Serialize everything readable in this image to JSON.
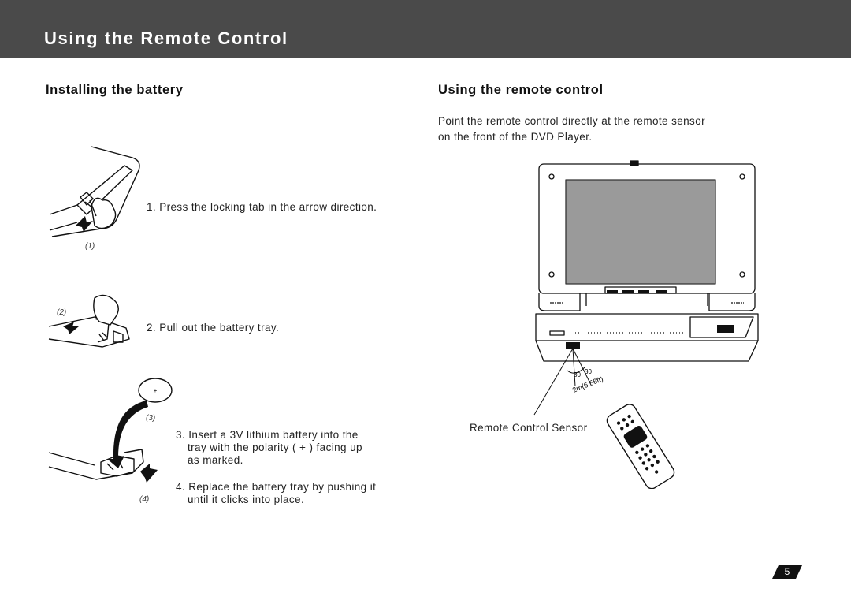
{
  "header": {
    "title": "Using the Remote Control"
  },
  "left": {
    "heading": "Installing the battery",
    "fig_labels": {
      "f1": "(1)",
      "f2": "(2)",
      "f3": "(3)",
      "f4": "(4)"
    },
    "steps": {
      "s1": "1. Press the locking tab in the arrow direction.",
      "s2": "2. Pull out the battery tray.",
      "s3_line1": "3. Insert a 3V lithium battery into the",
      "s3_line2": "tray with the polarity ( + ) facing up",
      "s3_line3": "as marked.",
      "s4_line1": "4. Replace the battery tray by pushing it",
      "s4_line2": "until it clicks into place."
    },
    "battery_symbol": "+"
  },
  "right": {
    "heading": "Using the remote control",
    "para_line1": "Point the remote control directly at the remote sensor",
    "para_line2": "on the front of the DVD Player.",
    "angle_left": "30",
    "angle_right": "30",
    "distance": "2m(6.56ft)",
    "sensor_label": "Remote Control Sensor"
  },
  "page_number": "5",
  "colors": {
    "header_bg": "#4a4a4a",
    "screen": "#9a9a9a"
  }
}
